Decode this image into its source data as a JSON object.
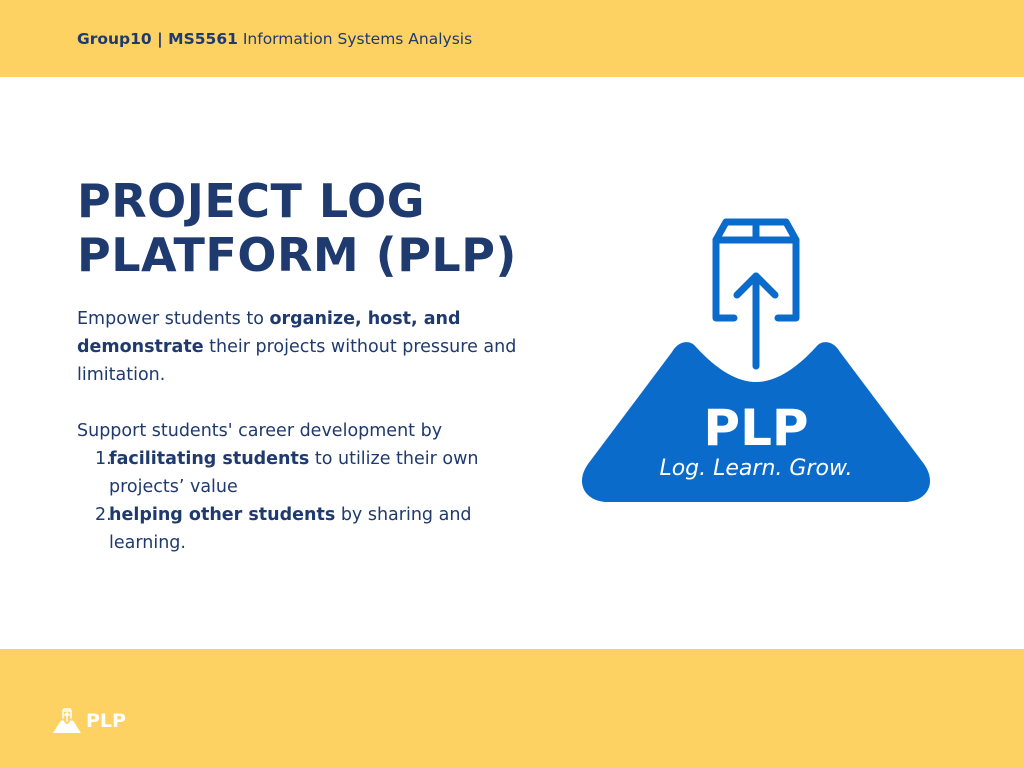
{
  "header": {
    "group": "Group10 | MS5561",
    "course": "Information Systems Analysis"
  },
  "title": {
    "line1": "PROJECT LOG",
    "line2": "PLATFORM (PLP)"
  },
  "body": {
    "paragraph1": {
      "pre": "Empower students to ",
      "bold": "organize, host, and demonstrate",
      "post": " their projects without pressure and limitation."
    },
    "paragraph2_intro": "Support students' career development by",
    "list": [
      {
        "number": "1.",
        "bold": "facilitating students",
        "rest": " to utilize their own projects’ value"
      },
      {
        "number": "2.",
        "bold": "helping other students",
        "rest": " by sharing and learning."
      }
    ]
  },
  "logo": {
    "name": "PLP",
    "tagline": "Log. Learn. Grow.",
    "icon": "box-upload-icon",
    "color": "#0B6BCB"
  },
  "footer": {
    "label": "PLP",
    "icon": "mountain-box-icon"
  },
  "colors": {
    "band": "#FDD262",
    "navy": "#1E3A6E",
    "blue": "#0B6BCB",
    "white": "#FFFFFF"
  }
}
